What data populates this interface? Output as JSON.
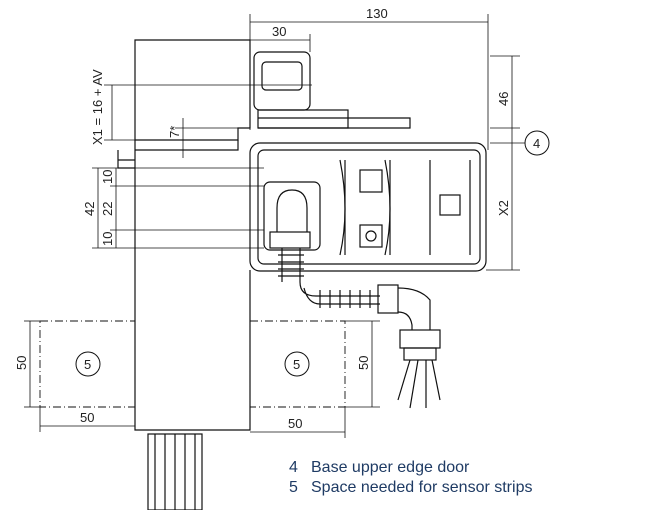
{
  "dimensions": {
    "d130": "130",
    "d30": "30",
    "x1": "X1 = 16 + AV",
    "d46": "46",
    "d7": "7*",
    "x2": "X2",
    "d42": "42",
    "d10a": "10",
    "d22": "22",
    "d10b": "10",
    "d50_left_v": "50",
    "d50_left_h": "50",
    "d50_right_v": "50",
    "d50_right_h": "50"
  },
  "callouts": {
    "c4": "4",
    "c5a": "5",
    "c5b": "5"
  },
  "legend": [
    {
      "num": "4",
      "text": "Base upper edge door"
    },
    {
      "num": "5",
      "text": "Space needed for sensor strips"
    }
  ]
}
